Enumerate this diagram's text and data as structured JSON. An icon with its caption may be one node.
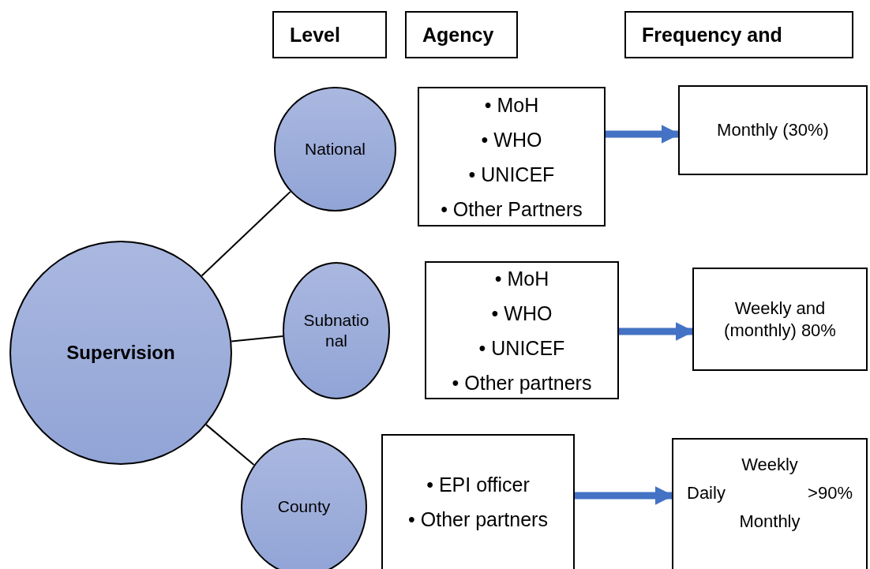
{
  "diagram": {
    "nodes": [
      {
        "text": [
          "Level"
        ]
      },
      {
        "text": [
          "Agency"
        ]
      },
      {
        "text": [
          "Frequency and"
        ]
      },
      {
        "text": [
          "Supervision"
        ]
      },
      {
        "text": [
          "National"
        ]
      },
      {
        "text": [
          "Subnational"
        ]
      },
      {
        "text": [
          "County"
        ]
      },
      {
        "text": [
          "• MoH",
          "• WHO",
          "• UNICEF",
          "• Other Partners"
        ]
      },
      {
        "text": [
          "Monthly (30%)"
        ]
      },
      {
        "text": [
          "• MoH",
          "• WHO",
          "• UNICEF",
          "• Other partners"
        ]
      },
      {
        "text": [
          "Weekly and (monthly) 80%"
        ]
      },
      {
        "text": [
          "• EPI officer",
          "• Other partners"
        ]
      },
      {
        "text": [
          "Weekly",
          "Daily",
          ">90%",
          "Monthly"
        ]
      }
    ],
    "edges": [
      {
        "from": 3,
        "to": 4,
        "arrow": "none"
      },
      {
        "from": 3,
        "to": 5,
        "arrow": "none"
      },
      {
        "from": 3,
        "to": 6,
        "arrow": "none"
      },
      {
        "from": 7,
        "to": 8,
        "arrow": "to",
        "style": "thick",
        "color": "#4472c4"
      },
      {
        "from": 9,
        "to": 10,
        "arrow": "to",
        "style": "thick",
        "color": "#4472c4"
      },
      {
        "from": 11,
        "to": 12,
        "arrow": "to",
        "style": "thick",
        "color": "#4472c4"
      }
    ]
  }
}
